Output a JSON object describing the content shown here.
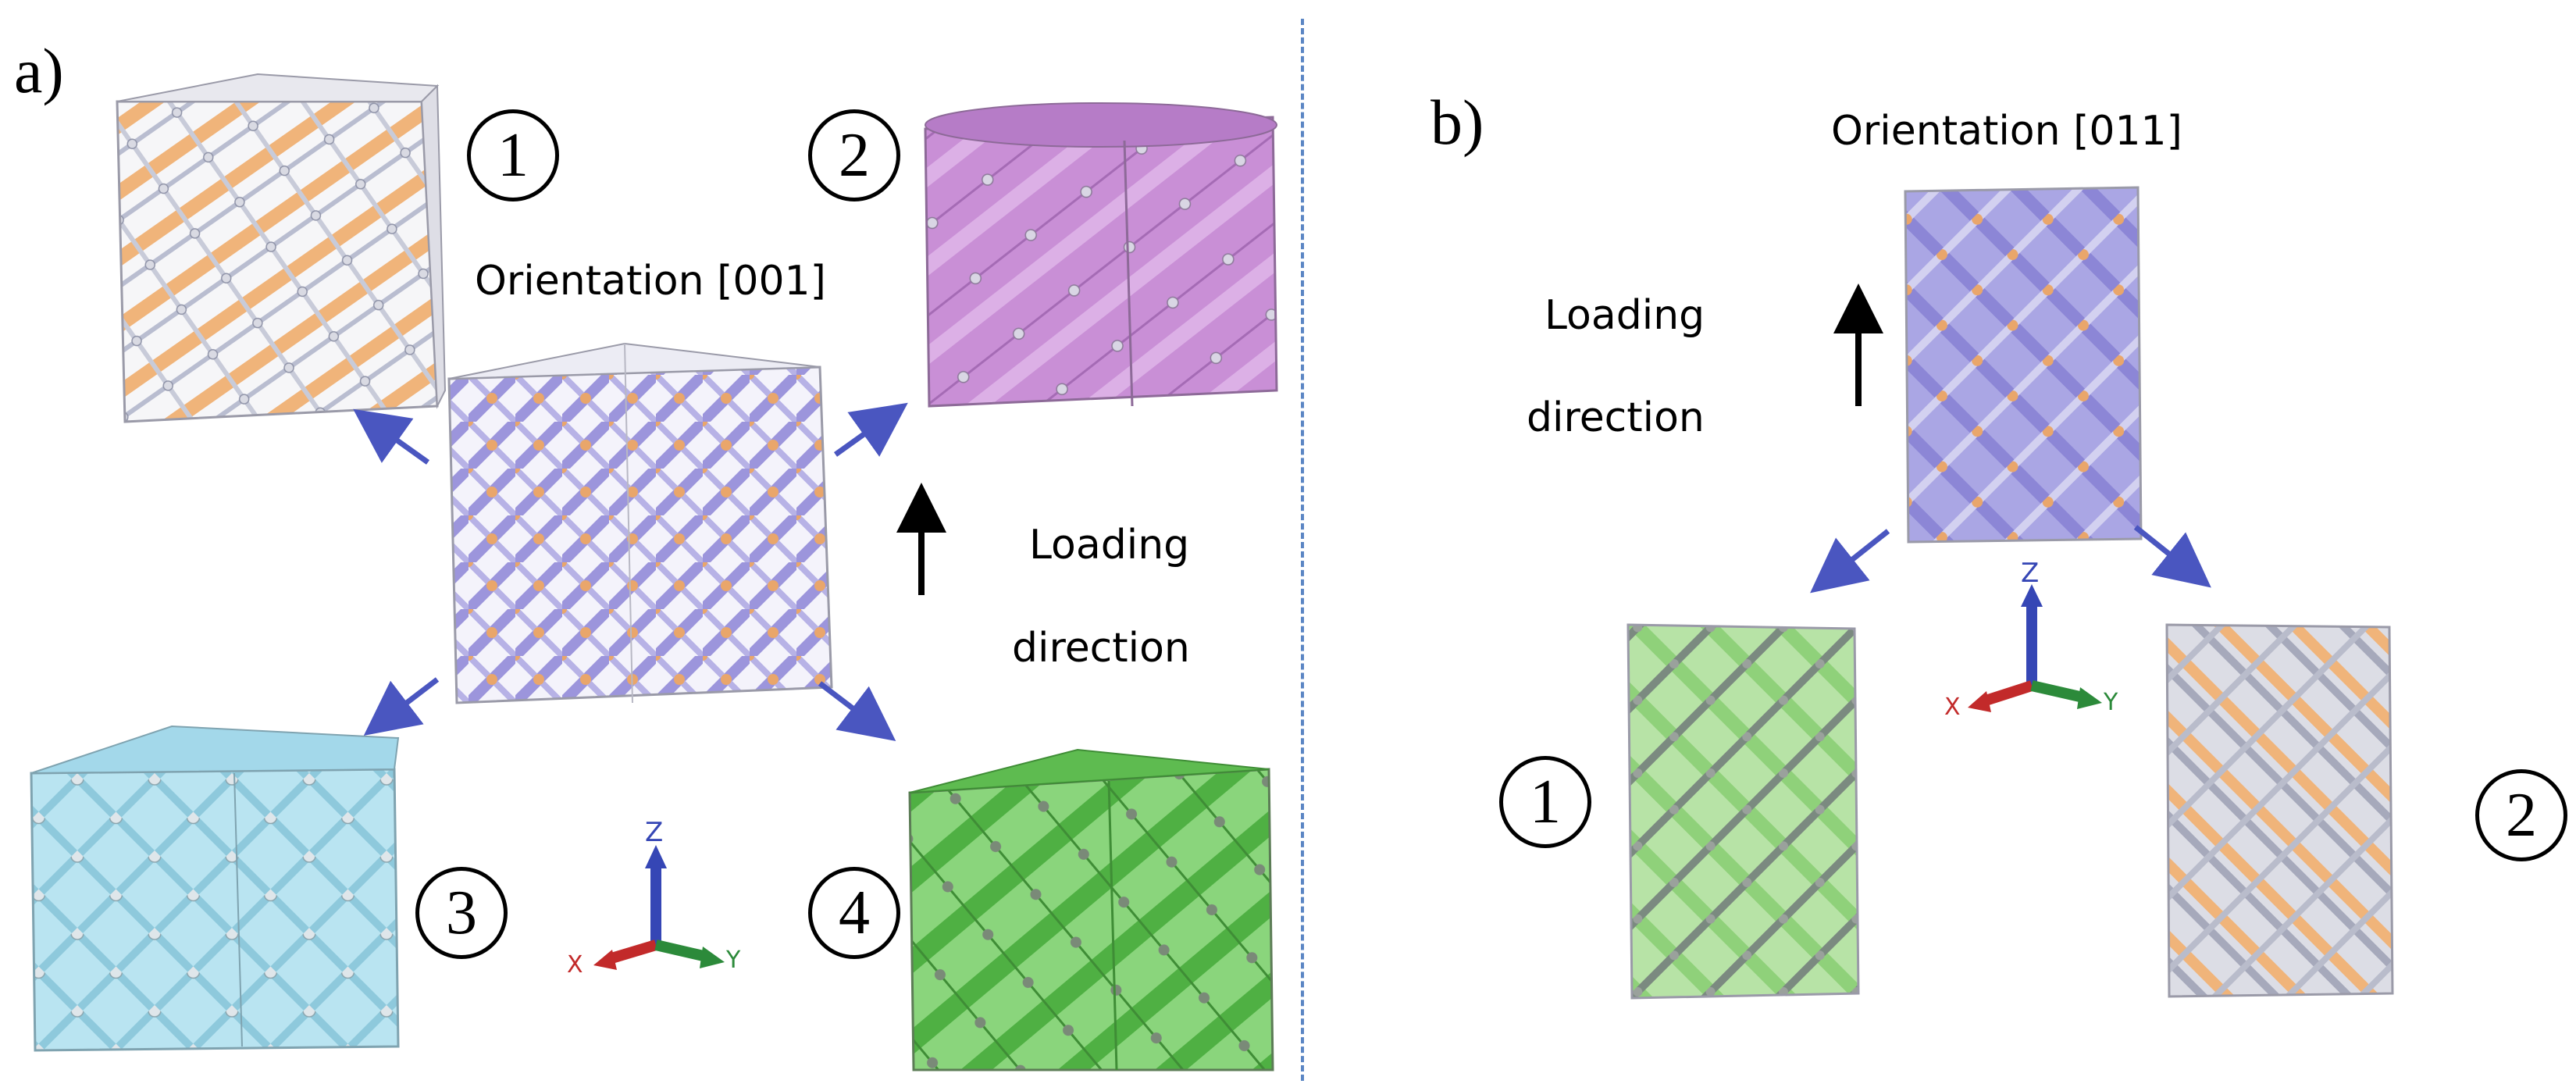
{
  "panel_a": {
    "label": "a)",
    "orientation": "Orientation [001]",
    "loading_line1": "Loading",
    "loading_line2": "direction",
    "markers": [
      "1",
      "2",
      "3",
      "4"
    ],
    "axes": {
      "z": "Z",
      "x": "X",
      "y": "Y"
    },
    "colors": {
      "center": "#9c95dc",
      "m1": "#f0b47a",
      "m2": "#c98fd6",
      "m3": "#a9dcee",
      "m4": "#66c455"
    }
  },
  "panel_b": {
    "label": "b)",
    "orientation": "Orientation [011]",
    "loading_line1": "Loading",
    "loading_line2": "direction",
    "markers": [
      "1",
      "2"
    ],
    "axes": {
      "z": "Z",
      "x": "X",
      "y": "Y"
    },
    "colors": {
      "center": "#9c95dc",
      "m1": "#8fd17a",
      "m2": "#f0b47a"
    }
  },
  "arrow_color": "#4a56c0"
}
